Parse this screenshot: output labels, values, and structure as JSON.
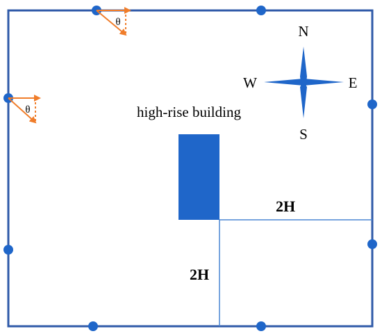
{
  "diagram": {
    "building_label": "high-rise building",
    "distance_label_horizontal": "2H",
    "distance_label_vertical": "2H",
    "angle_symbol": "θ",
    "compass": {
      "north": "N",
      "south": "S",
      "east": "E",
      "west": "W"
    },
    "colors": {
      "boundary": "#2f5aa8",
      "building": "#1f66c9",
      "marker": "#1f66c9",
      "guide_line": "#4a86d4",
      "angle_indicator": "#f07d2a",
      "text": "#000000"
    },
    "icons": {
      "compass": "compass-rose-icon",
      "angle": "angle-theta-icon",
      "marker": "circle-marker-icon"
    }
  }
}
